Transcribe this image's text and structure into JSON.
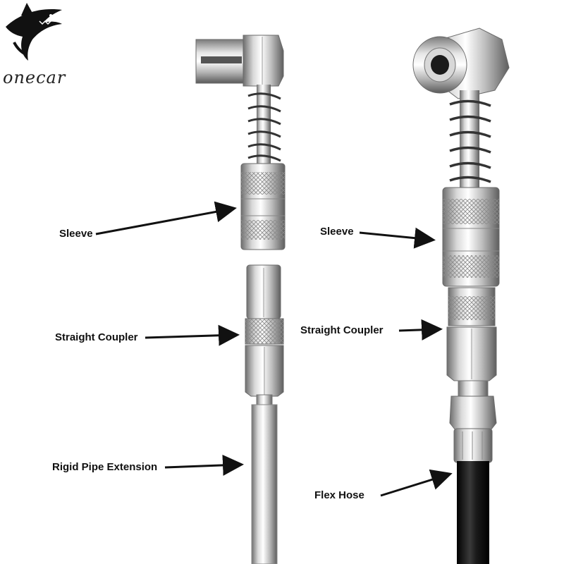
{
  "brand": {
    "name": "onecar",
    "logo_icon": "shark-icon"
  },
  "callouts": {
    "left_sleeve": "Sleeve",
    "left_straight_coupler": "Straight Coupler",
    "left_rigid_pipe": "Rigid Pipe Extension",
    "right_sleeve": "Sleeve",
    "right_straight_coupler": "Straight Coupler",
    "right_flex_hose": "Flex Hose"
  },
  "colors": {
    "background": "#ffffff",
    "label_text": "#111111",
    "metal_light": "#f2f2f2",
    "metal_dark": "#7a7a7a",
    "hose": "#1a1a1a"
  }
}
